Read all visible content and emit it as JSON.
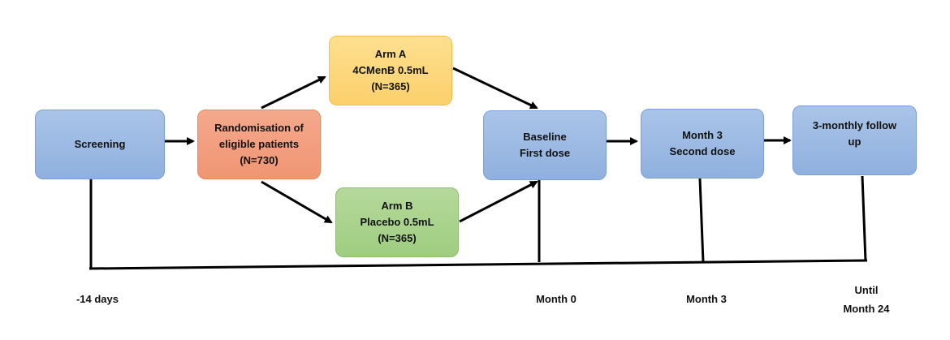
{
  "boxes": {
    "screening": {
      "lines": [
        "Screening"
      ]
    },
    "randomisation": {
      "lines": [
        "Randomisation of",
        "eligible patients",
        "(N=730)"
      ]
    },
    "arm_a": {
      "lines": [
        "Arm A",
        "4CMenB 0.5mL",
        "(N=365)"
      ]
    },
    "arm_b": {
      "lines": [
        "Arm B",
        "Placebo 0.5mL",
        "(N=365)"
      ]
    },
    "baseline": {
      "lines": [
        "Baseline",
        "First dose"
      ]
    },
    "month3": {
      "lines": [
        "Month 3",
        "Second dose"
      ]
    },
    "followup": {
      "lines": [
        "3-monthly follow",
        "up"
      ]
    }
  },
  "timeline": {
    "minus14": "-14 days",
    "month0": "Month 0",
    "month3": "Month 3",
    "until": "Until",
    "month24": "Month 24"
  },
  "colors": {
    "blue": "#9bbbe4",
    "orange": "#f2a07f",
    "yellow": "#fcd878",
    "green": "#aad38e",
    "line": "#000000"
  }
}
